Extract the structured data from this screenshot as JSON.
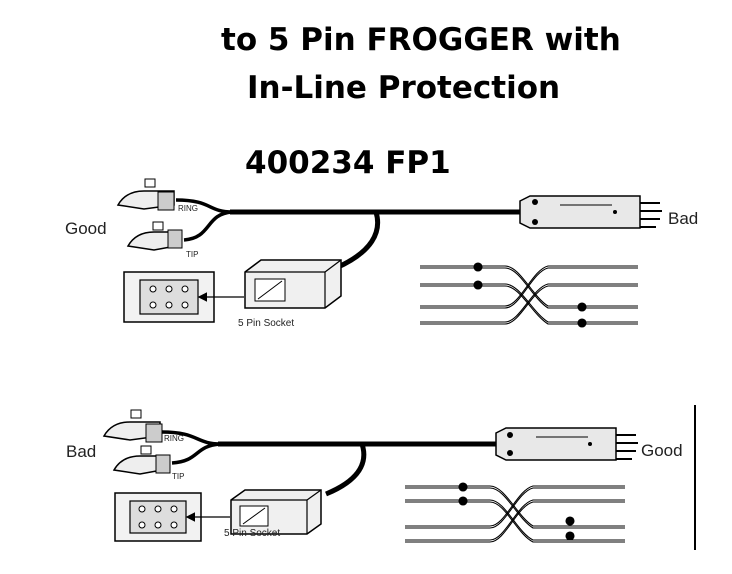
{
  "header": {
    "title_line1": "to 5 Pin FROGGER with",
    "title_line2": "In-Line Protection",
    "part_number": "400234 FP1"
  },
  "diagram_top": {
    "left_label": "Good",
    "right_label": "Bad",
    "clip_labels": [
      "RING",
      "TIP"
    ],
    "socket_label": "5 Pin Socket"
  },
  "diagram_bottom": {
    "left_label": "Bad",
    "right_label": "Good",
    "clip_labels": [
      "RING",
      "TIP"
    ],
    "socket_label": "5 Pin Socket"
  },
  "colors": {
    "ink": "#000000",
    "fill": "#e6e6e6"
  }
}
